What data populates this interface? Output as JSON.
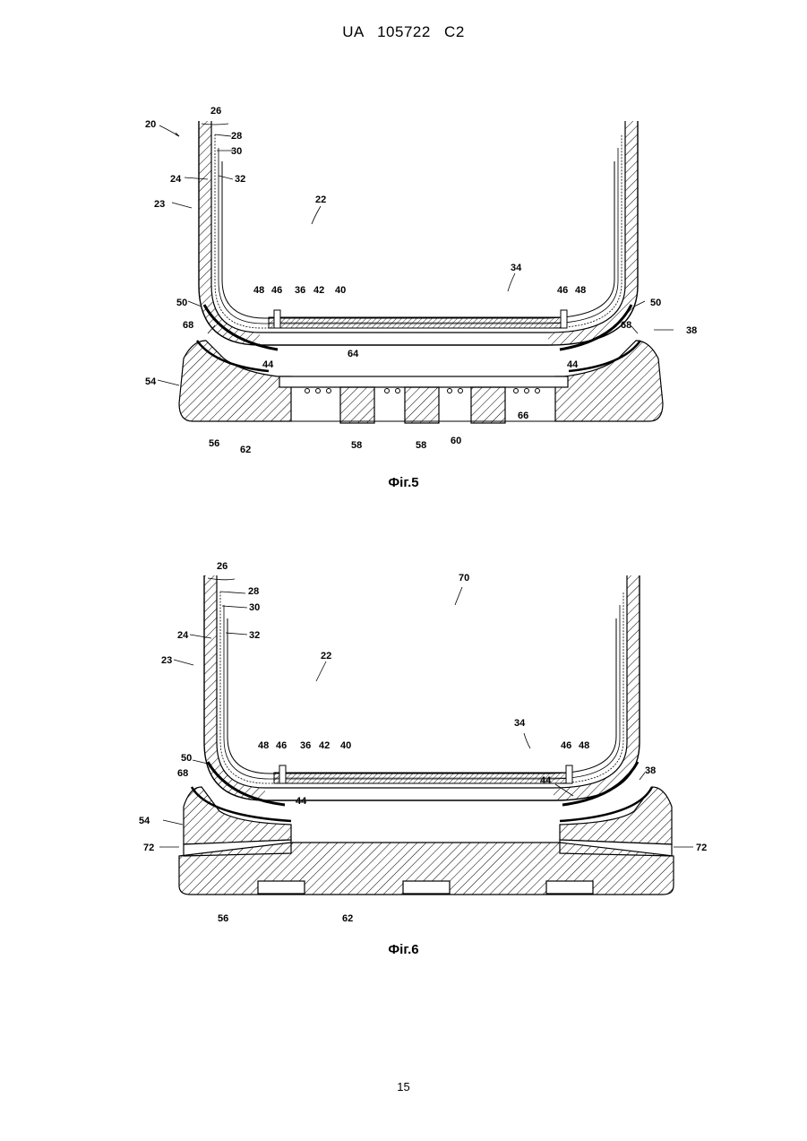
{
  "header": {
    "patent": "UA   105722   C2"
  },
  "figures": [
    {
      "caption": "Фіг.5",
      "labels": {
        "l20": "20",
        "l26": "26",
        "l28": "28",
        "l30": "30",
        "l24": "24",
        "l32": "32",
        "l23": "23",
        "l22": "22",
        "l34": "34",
        "l48a": "48",
        "l46a": "46",
        "l36": "36",
        "l42": "42",
        "l40": "40",
        "l46b": "46",
        "l48b": "48",
        "l50a": "50",
        "l50b": "50",
        "l68a": "68",
        "l68b": "68",
        "l38": "38",
        "l44a": "44",
        "l44b": "44",
        "l64": "64",
        "l54": "54",
        "l56": "56",
        "l62": "62",
        "l58a": "58",
        "l58b": "58",
        "l60": "60",
        "l66": "66"
      }
    },
    {
      "caption": "Фіг.6",
      "labels": {
        "l26": "26",
        "l28": "28",
        "l30": "30",
        "l70": "70",
        "l24": "24",
        "l32": "32",
        "l23": "23",
        "l22": "22",
        "l34": "34",
        "l48a": "48",
        "l46a": "46",
        "l36": "36",
        "l42": "42",
        "l40": "40",
        "l46b": "46",
        "l48b": "48",
        "l50": "50",
        "l38": "38",
        "l68": "68",
        "l44a": "44",
        "l44b": "44",
        "l54": "54",
        "l72a": "72",
        "l72b": "72",
        "l56": "56",
        "l62": "62"
      }
    }
  ],
  "page_number": "15"
}
